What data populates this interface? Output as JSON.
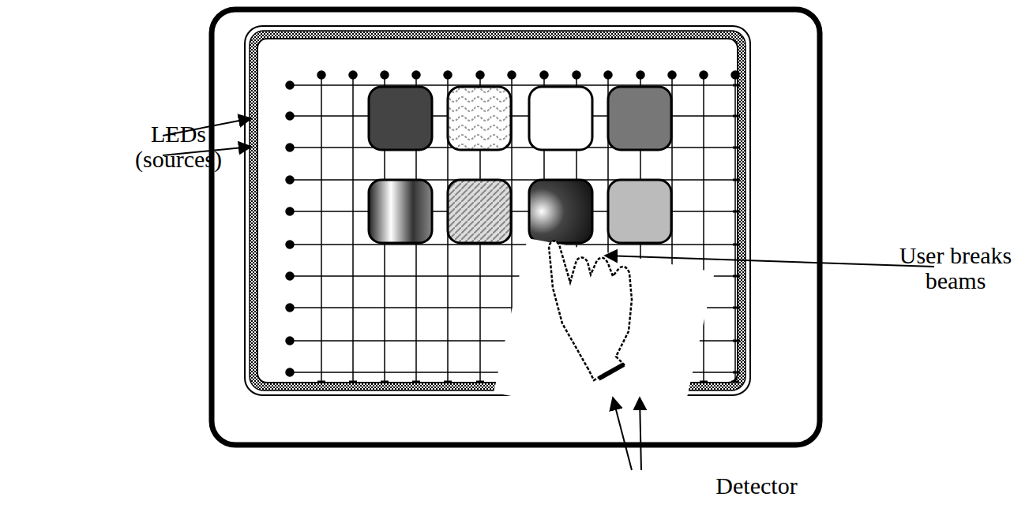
{
  "diagram": {
    "labels": [
      "LEDs (sources)",
      "User breaks beams",
      "Detector"
    ]
  }
}
